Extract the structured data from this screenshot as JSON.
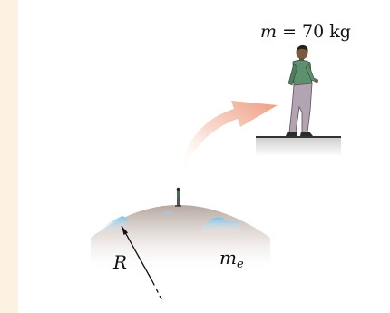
{
  "background_colors": {
    "page_strip": "#fdf1e2",
    "panel": "#ffffff",
    "platform_top": "#333333",
    "arrow": "#f0a58a",
    "earth_land": "#bdb0a8",
    "earth_water": "#7ec3ea"
  },
  "labels": {
    "mass_symbol": "m",
    "mass_rest": " = 70 kg",
    "radius_symbol": "R",
    "earth_mass_symbol": "m",
    "earth_mass_subscript": "e"
  },
  "icons": {
    "person": "man-walking-figure",
    "small_person": "small-figure-on-earth",
    "arrow": "curved-arrow-magnify"
  }
}
